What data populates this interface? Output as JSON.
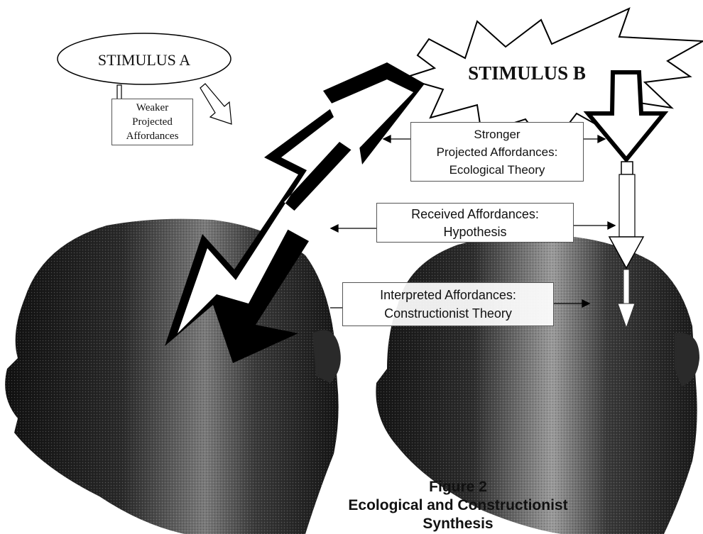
{
  "stimulus_a": {
    "label": "STIMULUS A"
  },
  "stimulus_b": {
    "label": "STIMULUS B"
  },
  "labels": {
    "weaker": [
      "Weaker",
      "Projected",
      "Affordances"
    ],
    "stronger": [
      "Stronger",
      "Projected Affordances:",
      "Ecological Theory"
    ],
    "received": [
      "Received Affordances:",
      "Hypothesis"
    ],
    "interpreted": [
      "Interpreted Affordances:",
      "Constructionist Theory"
    ]
  },
  "caption": {
    "figure": "Figure 2",
    "title_line1": "Ecological and Constructionist",
    "title_line2": "Synthesis"
  },
  "colors": {
    "ink": "#000000",
    "head_dark": "#1a1a1a",
    "head_light": "#8a8a8a"
  }
}
